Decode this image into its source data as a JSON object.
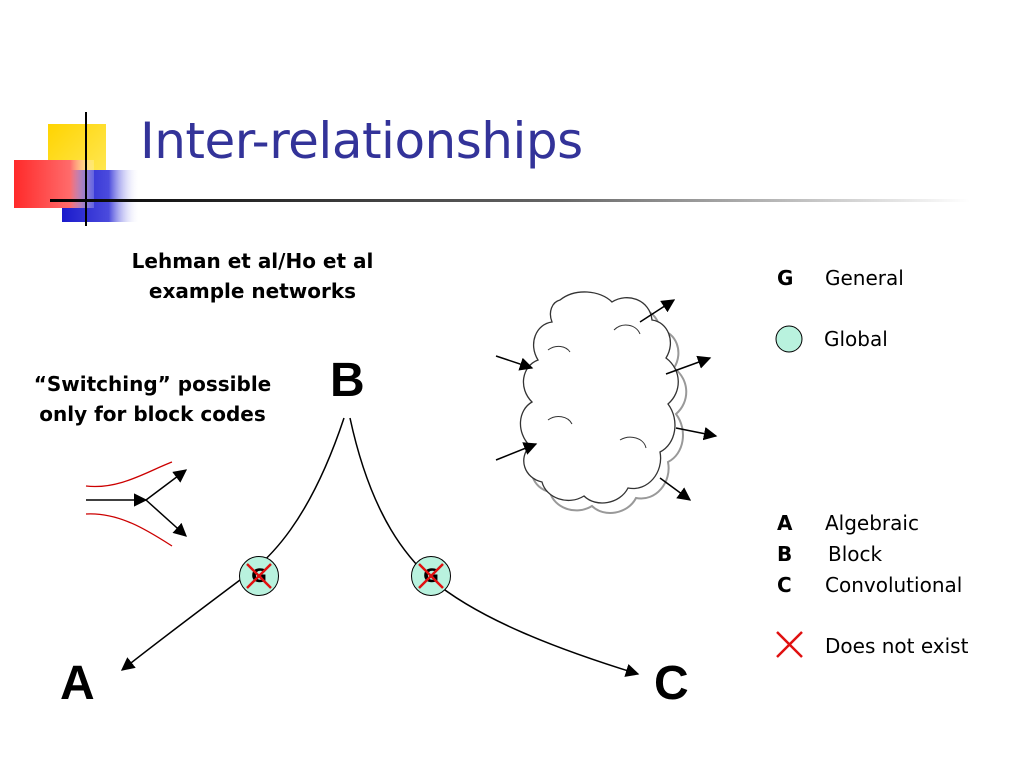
{
  "slide": {
    "title": "Inter-relationships",
    "network_note": "Lehman et al/Ho et al example networks",
    "switching_note": "“Switching” possible only for block codes"
  },
  "diagram": {
    "node_b": "B",
    "node_a": "A",
    "node_c": "C",
    "edge_markers": [
      {
        "label": "G",
        "marked_nonexistent": true
      },
      {
        "label": "G",
        "marked_nonexistent": true
      }
    ]
  },
  "legend": {
    "general_key": "G",
    "general_text": "General",
    "global_text": "Global",
    "algebraic_key": "A",
    "algebraic_text": "Algebraic",
    "block_key": "B",
    "block_text": "Block",
    "convolutional_key": "C",
    "convolutional_text": "Convolutional",
    "does_not_exist_text": "Does not exist"
  },
  "colors": {
    "title": "#333399",
    "global_fill": "#b9f2de",
    "cross": "#e01010",
    "switch_lines": "#cc0000",
    "deco_yellow": "#ffd700",
    "deco_blue": "#2222cc",
    "deco_red": "#ff3b3b"
  },
  "icons": {
    "cloud": "network-cloud-icon",
    "cross": "cross-icon",
    "global": "green-circle-icon"
  }
}
